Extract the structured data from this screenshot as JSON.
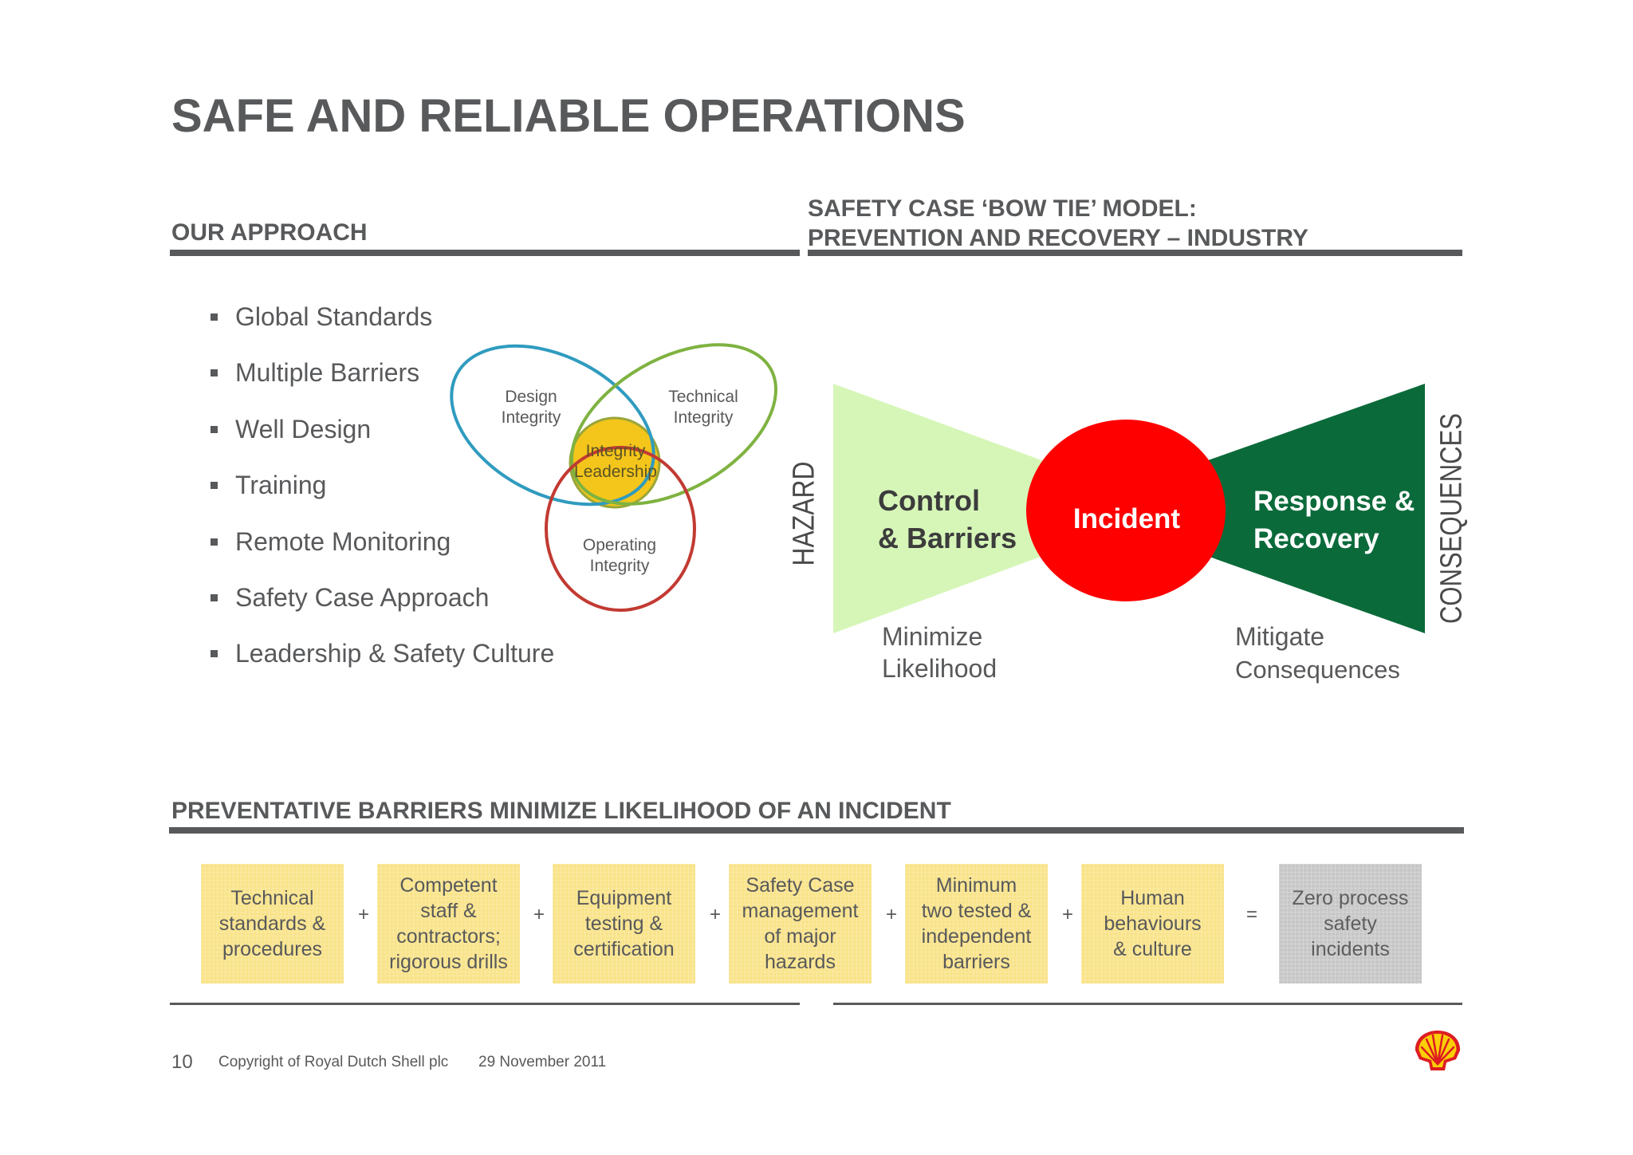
{
  "title": "SAFE AND RELIABLE OPERATIONS",
  "approach": {
    "heading": "OUR APPROACH",
    "items": [
      "Global Standards",
      "Multiple Barriers",
      "Well Design",
      "Training",
      "Remote Monitoring",
      "Safety Case Approach",
      "Leadership & Safety Culture"
    ]
  },
  "venn": {
    "design": [
      "Design",
      "Integrity"
    ],
    "technical": [
      "Technical",
      "Integrity"
    ],
    "leadership": [
      "Integrity",
      "Leadership"
    ],
    "operating": [
      "Operating",
      "Integrity"
    ]
  },
  "bowtie": {
    "heading": [
      "SAFETY CASE ‘BOW TIE’ MODEL:",
      "PREVENTION AND RECOVERY – INDUSTRY"
    ],
    "hazard": "HAZARD",
    "consequences": "CONSEQUENCES",
    "prevention": [
      "Control",
      "& Barriers"
    ],
    "event": "Incident",
    "recovery": [
      "Response &",
      "Recovery"
    ],
    "prevention_caption": [
      "Minimize",
      "Likelihood"
    ],
    "recovery_caption": [
      "Mitigate",
      "Consequences"
    ]
  },
  "barriers": {
    "heading": "PREVENTATIVE BARRIERS MINIMIZE LIKELIHOOD OF AN INCIDENT",
    "boxes": [
      [
        "Technical",
        "standards &",
        "procedures"
      ],
      [
        "Competent",
        "staff &",
        "contractors;",
        "rigorous drills"
      ],
      [
        "Equipment",
        "testing &",
        "certification"
      ],
      [
        "Safety Case",
        "management",
        "of major",
        "hazards"
      ],
      [
        "Minimum",
        "two tested &",
        "independent",
        "barriers"
      ],
      [
        "Human",
        "behaviours",
        "& culture"
      ]
    ],
    "operators": [
      "+",
      "+",
      "+",
      "+",
      "+",
      "="
    ],
    "result": [
      "Zero process",
      "safety",
      "incidents"
    ]
  },
  "footer": {
    "page": "10",
    "copyright": "Copyright of Royal Dutch Shell plc",
    "date": "29 November 2011"
  },
  "logo_icon": "shell-pecten-logo",
  "colors": {
    "text": "#58595b",
    "design_integrity": "#2f9bbf",
    "technical_integrity": "#7fb241",
    "operating_integrity": "#c23a32",
    "integrity_leadership": "#f4c51b",
    "prevention": "#d6f6b8",
    "event": "#ff0000",
    "recovery": "#0b6a3a",
    "barrier_box": "#f9e38a",
    "result_box": "#c7c7c7",
    "logo_red": "#dd1d21",
    "logo_yellow": "#fbce07"
  }
}
